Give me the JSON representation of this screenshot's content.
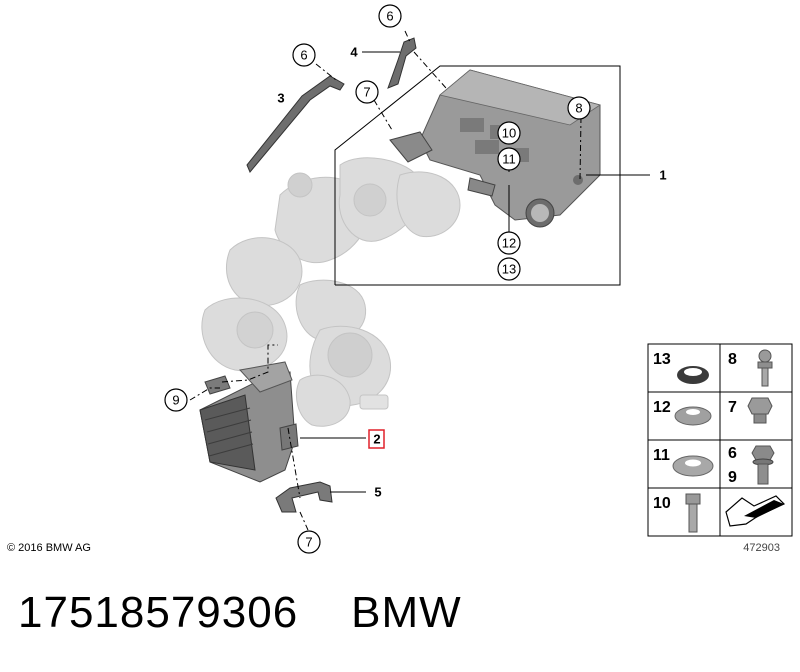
{
  "callouts": {
    "c1": "1",
    "c2": "2",
    "c3": "3",
    "c4": "4",
    "c5": "5",
    "c6a": "6",
    "c6b": "6",
    "c7a": "7",
    "c7b": "7",
    "c8": "8",
    "c9": "9",
    "c10": "10",
    "c11": "11",
    "c12": "12",
    "c13": "13"
  },
  "legend": {
    "cells": [
      {
        "label": "13",
        "icon": "seal-ring-icon"
      },
      {
        "label": "8",
        "icon": "ball-stud-icon"
      },
      {
        "label": "12",
        "icon": "conical-washer-icon"
      },
      {
        "label": "7",
        "icon": "hex-bolt-icon"
      },
      {
        "label": "11",
        "icon": "flat-washer-icon"
      },
      {
        "label": "6",
        "label2": "9",
        "icon": "flange-bolt-icon"
      },
      {
        "label": "10",
        "icon": "socket-screw-icon"
      },
      {
        "label": "",
        "icon": "arrow-direction-icon"
      }
    ]
  },
  "footer": {
    "copyright": "© 2016 BMW AG",
    "catalog_number": "472903",
    "part_number": "17518579306",
    "brand": "BMW"
  },
  "colors": {
    "highlight": "#e0202a",
    "line": "#000000",
    "part_gray": "#8a8a8a",
    "ghost_gray": "#d8d8d8"
  }
}
